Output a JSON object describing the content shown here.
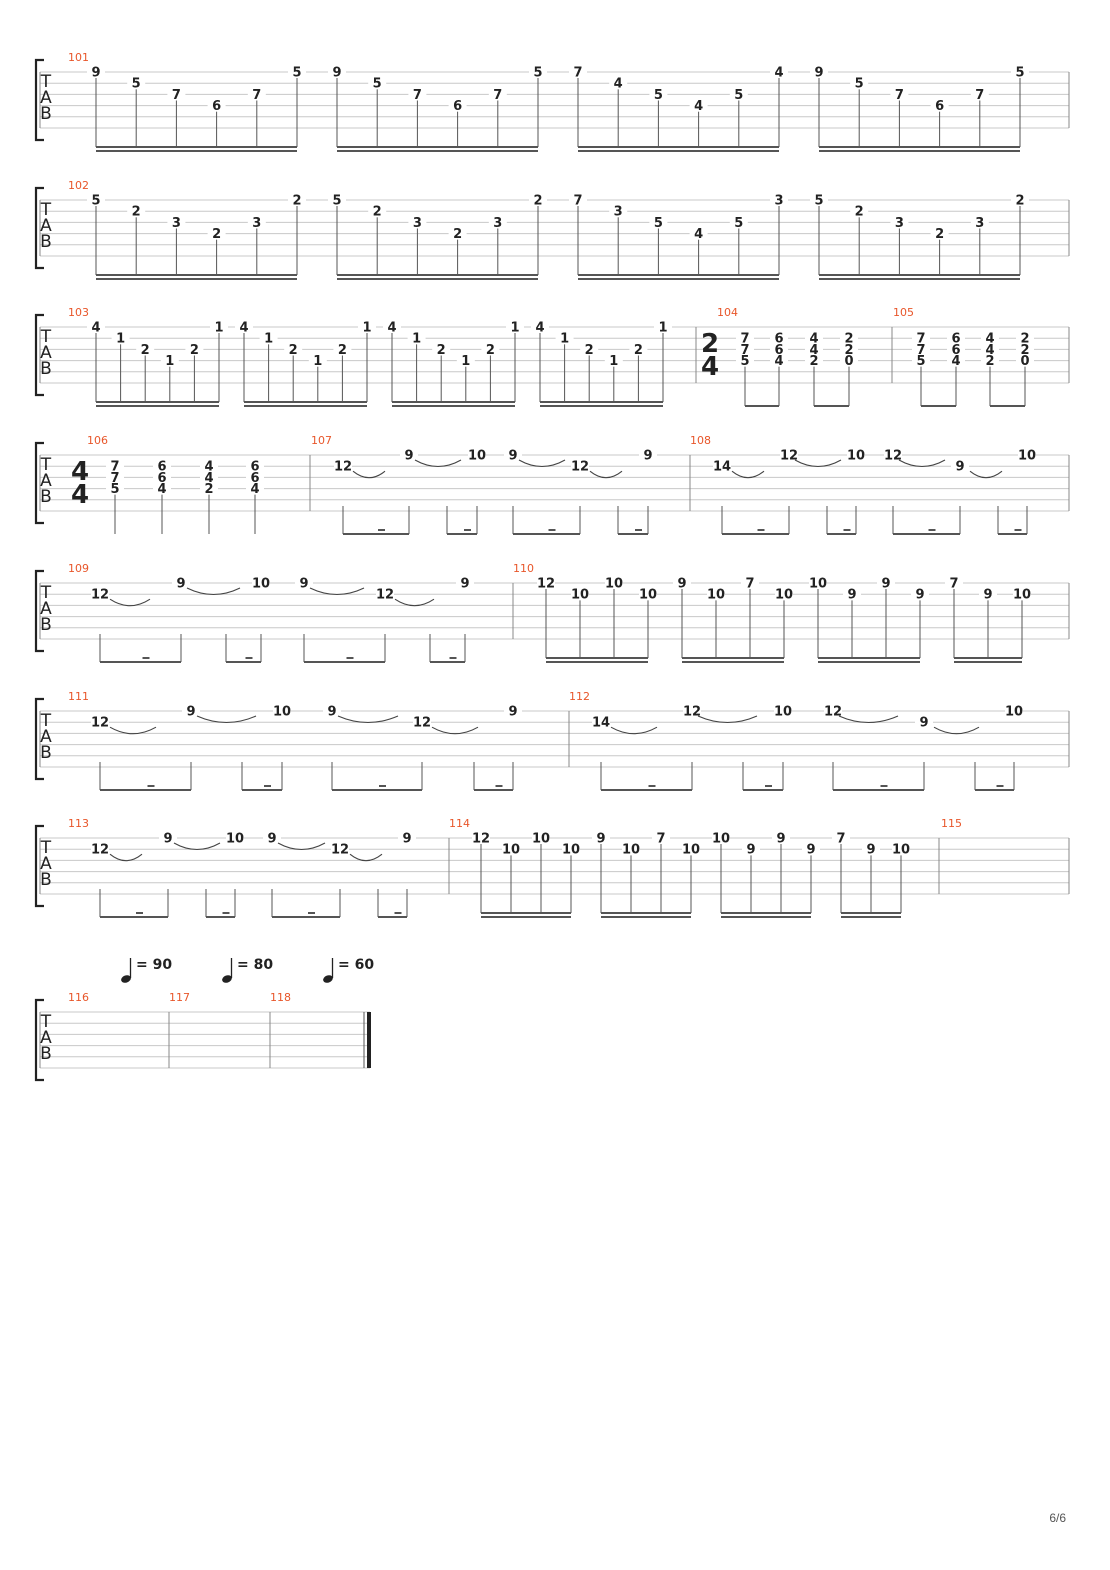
{
  "page": {
    "number": "6/6"
  },
  "clef_letters": [
    "T",
    "A",
    "B"
  ],
  "tempo_markings": [
    "= 90",
    "= 80",
    "= 60"
  ],
  "time_signatures": {
    "sig_2_4": [
      "2",
      "4"
    ],
    "sig_4_4": [
      "4",
      "4"
    ]
  },
  "measures": [
    {
      "number": "101",
      "beats": [
        {
          "notes": [
            [
              "1",
              "9"
            ],
            [
              "2",
              "5"
            ],
            [
              "3",
              "7"
            ],
            [
              "4",
              "6"
            ],
            [
              "3",
              "7"
            ],
            [
              "1",
              "5"
            ]
          ]
        },
        {
          "notes": [
            [
              "1",
              "9"
            ],
            [
              "2",
              "5"
            ],
            [
              "3",
              "7"
            ],
            [
              "4",
              "6"
            ],
            [
              "3",
              "7"
            ],
            [
              "1",
              "5"
            ]
          ]
        },
        {
          "notes": [
            [
              "1",
              "7"
            ],
            [
              "2",
              "4"
            ],
            [
              "3",
              "5"
            ],
            [
              "4",
              "4"
            ],
            [
              "3",
              "5"
            ],
            [
              "1",
              "4"
            ]
          ]
        },
        {
          "notes": [
            [
              "1",
              "9"
            ],
            [
              "2",
              "5"
            ],
            [
              "3",
              "7"
            ],
            [
              "4",
              "6"
            ],
            [
              "3",
              "7"
            ],
            [
              "1",
              "5"
            ]
          ]
        }
      ]
    },
    {
      "number": "102",
      "beats": [
        {
          "notes": [
            [
              "1",
              "5"
            ],
            [
              "2",
              "2"
            ],
            [
              "3",
              "3"
            ],
            [
              "4",
              "2"
            ],
            [
              "3",
              "3"
            ],
            [
              "1",
              "2"
            ]
          ]
        },
        {
          "notes": [
            [
              "1",
              "5"
            ],
            [
              "2",
              "2"
            ],
            [
              "3",
              "3"
            ],
            [
              "4",
              "2"
            ],
            [
              "3",
              "3"
            ],
            [
              "1",
              "2"
            ]
          ]
        },
        {
          "notes": [
            [
              "1",
              "7"
            ],
            [
              "2",
              "3"
            ],
            [
              "3",
              "5"
            ],
            [
              "4",
              "4"
            ],
            [
              "3",
              "5"
            ],
            [
              "1",
              "3"
            ]
          ]
        },
        {
          "notes": [
            [
              "1",
              "5"
            ],
            [
              "2",
              "2"
            ],
            [
              "3",
              "3"
            ],
            [
              "4",
              "2"
            ],
            [
              "3",
              "3"
            ],
            [
              "1",
              "2"
            ]
          ]
        }
      ]
    },
    {
      "number": "103",
      "beats": [
        {
          "notes": [
            [
              "1",
              "4"
            ],
            [
              "2",
              "1"
            ],
            [
              "3",
              "2"
            ],
            [
              "4",
              "1"
            ],
            [
              "3",
              "2"
            ],
            [
              "1",
              "1"
            ]
          ]
        },
        {
          "notes": [
            [
              "1",
              "4"
            ],
            [
              "2",
              "1"
            ],
            [
              "3",
              "2"
            ],
            [
              "4",
              "1"
            ],
            [
              "3",
              "2"
            ],
            [
              "1",
              "1"
            ]
          ]
        },
        {
          "notes": [
            [
              "1",
              "4"
            ],
            [
              "2",
              "1"
            ],
            [
              "3",
              "2"
            ],
            [
              "4",
              "1"
            ],
            [
              "3",
              "2"
            ],
            [
              "1",
              "1"
            ]
          ]
        },
        {
          "notes": [
            [
              "1",
              "4"
            ],
            [
              "2",
              "1"
            ],
            [
              "3",
              "2"
            ],
            [
              "4",
              "1"
            ],
            [
              "3",
              "2"
            ],
            [
              "1",
              "1"
            ]
          ]
        }
      ]
    },
    {
      "number": "104",
      "time_signature": "2/4",
      "chords": [
        [
          "7",
          "7",
          "5"
        ],
        [
          "6",
          "6",
          "4"
        ],
        [
          "4",
          "4",
          "2"
        ],
        [
          "2",
          "2",
          "0"
        ]
      ]
    },
    {
      "number": "105",
      "chords": [
        [
          "7",
          "7",
          "5"
        ],
        [
          "6",
          "6",
          "4"
        ],
        [
          "4",
          "4",
          "2"
        ],
        [
          "2",
          "2",
          "0"
        ]
      ]
    },
    {
      "number": "106",
      "time_signature": "4/4",
      "chords": [
        [
          "7",
          "7",
          "5"
        ],
        [
          "6",
          "6",
          "4"
        ],
        [
          "4",
          "4",
          "2"
        ],
        [
          "6",
          "6",
          "4"
        ]
      ]
    },
    {
      "number": "107",
      "frets": [
        "12",
        "9",
        "10",
        "9",
        "12",
        "9"
      ]
    },
    {
      "number": "108",
      "frets": [
        "14",
        "12",
        "10",
        "12",
        "9",
        "10"
      ]
    },
    {
      "number": "109",
      "frets": [
        "12",
        "9",
        "10",
        "9",
        "12",
        "9"
      ]
    },
    {
      "number": "110",
      "notes": [
        [
          "1",
          "12"
        ],
        [
          "2",
          "10"
        ],
        [
          "1",
          "10"
        ],
        [
          "2",
          "10"
        ],
        [
          "1",
          "9"
        ],
        [
          "2",
          "10"
        ],
        [
          "1",
          "7"
        ],
        [
          "2",
          "10"
        ],
        [
          "1",
          "10"
        ],
        [
          "2",
          "9"
        ],
        [
          "1",
          "9"
        ],
        [
          "2",
          "9"
        ],
        [
          "1",
          "7"
        ],
        [
          "2",
          "9"
        ],
        [
          "2",
          "10"
        ]
      ]
    },
    {
      "number": "111",
      "frets": [
        "12",
        "9",
        "10",
        "9",
        "12",
        "9"
      ]
    },
    {
      "number": "112",
      "frets": [
        "14",
        "12",
        "10",
        "12",
        "9",
        "10"
      ]
    },
    {
      "number": "113",
      "frets": [
        "12",
        "9",
        "10",
        "9",
        "12",
        "9"
      ]
    },
    {
      "number": "114",
      "notes": [
        [
          "1",
          "12"
        ],
        [
          "2",
          "10"
        ],
        [
          "1",
          "10"
        ],
        [
          "2",
          "10"
        ],
        [
          "1",
          "9"
        ],
        [
          "2",
          "10"
        ],
        [
          "1",
          "7"
        ],
        [
          "2",
          "10"
        ],
        [
          "1",
          "10"
        ],
        [
          "2",
          "9"
        ],
        [
          "1",
          "9"
        ],
        [
          "2",
          "9"
        ],
        [
          "1",
          "7"
        ],
        [
          "2",
          "9"
        ],
        [
          "2",
          "10"
        ]
      ]
    },
    {
      "number": "115"
    },
    {
      "number": "116"
    },
    {
      "number": "117"
    },
    {
      "number": "118"
    }
  ]
}
